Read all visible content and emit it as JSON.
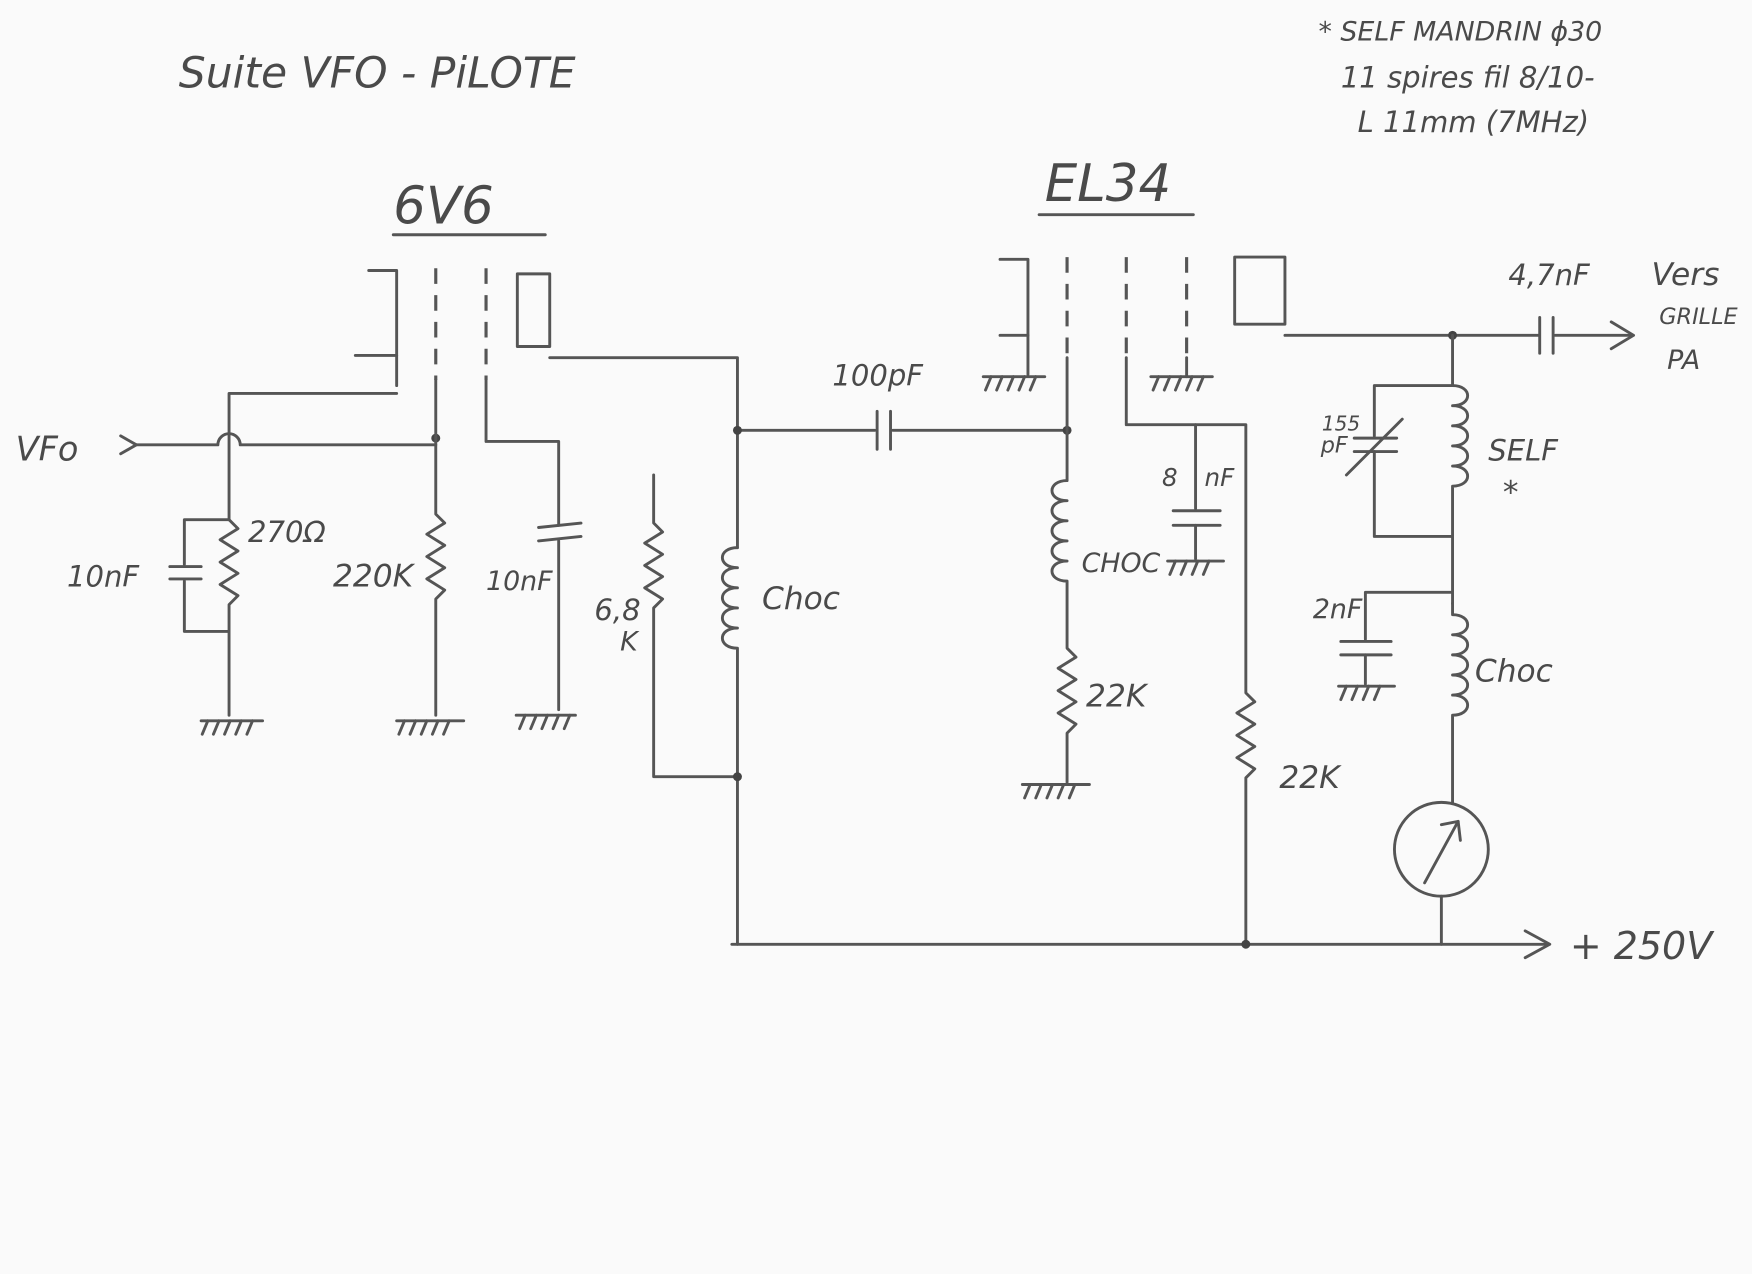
{
  "title": "Suite VFO - PiLOTE",
  "note": {
    "line1": "* SELF MANDRIN ϕ30",
    "line2": "11 spires fil 8/10-",
    "line3": "L 11mm (7MHz)"
  },
  "tubes": {
    "first": "6V6",
    "second": "EL34"
  },
  "input_label": "VFo",
  "components": {
    "r_cathode": "270Ω",
    "c_cathode": "10nF",
    "r_grid": "220K",
    "c_screen": "10nF",
    "r_screen_1": "6,8",
    "r_screen_2": "K",
    "choc_1": "Choc",
    "c_coupling": "100pF",
    "choc_2": "CHOC",
    "c_screen2_1": "8",
    "c_screen2_2": "nF",
    "r_grid2": "22K",
    "r_screen2": "22K",
    "c_var_1": "155",
    "c_var_2": "pF",
    "self_label": "SELF",
    "self_star": "*",
    "c_2nf": "2nF",
    "choc_3": "Choc",
    "c_out": "4,7nF"
  },
  "output": {
    "line1": "Vers",
    "line2": "GRILLE",
    "line3": "PA"
  },
  "supply": "+ 250V"
}
